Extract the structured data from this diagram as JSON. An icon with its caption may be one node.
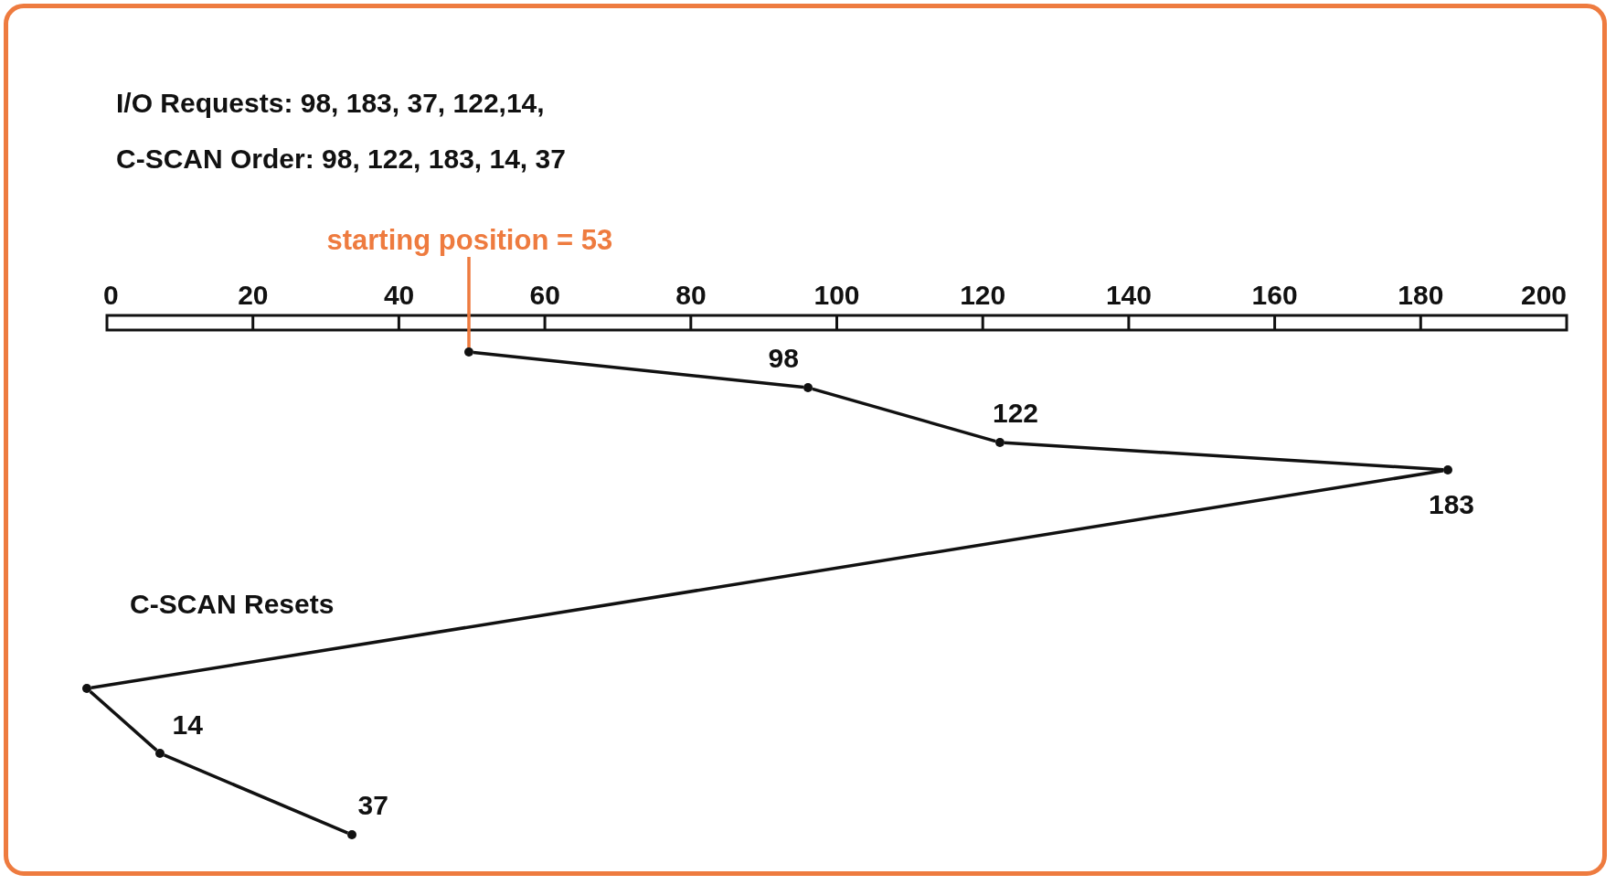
{
  "diagram": {
    "nodes": [
      {
        "text": [
          "starting position  = 53"
        ]
      },
      {
        "text": [],
        "shape": "circle"
      },
      {
        "text": [],
        "shape": "circle",
        "beside": [
          "98"
        ]
      },
      {
        "text": [],
        "shape": "circle",
        "beside": [
          "122"
        ]
      },
      {
        "text": [],
        "shape": "circle",
        "beside": [
          "183"
        ]
      },
      {
        "text": [],
        "shape": "circle"
      },
      {
        "text": [],
        "shape": "circle",
        "beside": [
          "14"
        ]
      },
      {
        "text": [],
        "shape": "circle",
        "beside": [
          "37"
        ]
      }
    ],
    "edges": [
      {
        "from": 0,
        "to": 1,
        "arrow": "none",
        "color": "#ee7b3f"
      },
      {
        "from": 1,
        "to": 2,
        "arrow": "none"
      },
      {
        "from": 2,
        "to": 3,
        "arrow": "none"
      },
      {
        "from": 3,
        "to": 4,
        "arrow": "none"
      },
      {
        "from": 4,
        "to": 5,
        "arrow": "none"
      },
      {
        "from": 5,
        "to": 6,
        "arrow": "none"
      },
      {
        "from": 6,
        "to": 7,
        "arrow": "none"
      }
    ],
    "labels": [
      "I/O Requests: 98, 183, 37, 122,14,",
      "C-SCAN Order: 98, 122, 183, 14, 37",
      "0",
      "20",
      "40",
      "60",
      "80",
      "100",
      "120",
      "140",
      "160",
      "180",
      "200",
      "C-SCAN Resets"
    ]
  }
}
